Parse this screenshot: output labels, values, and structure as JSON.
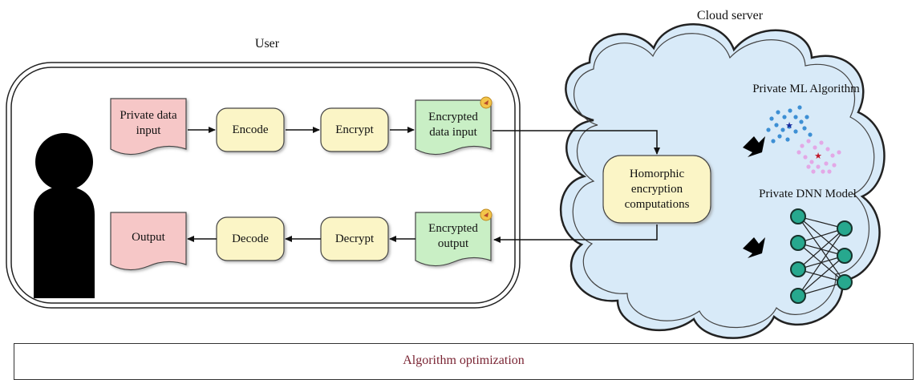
{
  "user": {
    "title": "User",
    "private_data_input": [
      "Private data",
      "input"
    ],
    "encode": "Encode",
    "encrypt": "Encrypt",
    "encrypted_data_input": [
      "Encrypted",
      "data input"
    ],
    "output": "Output",
    "decode": "Decode",
    "decrypt": "Decrypt",
    "encrypted_output": [
      "Encrypted",
      "output"
    ]
  },
  "cloud": {
    "title": "Cloud server",
    "homomorphic": [
      "Homorphic",
      "encryption",
      "computations"
    ],
    "ml_algorithm": "Private ML Algorithm",
    "dnn_model": "Private DNN Model"
  },
  "footer": {
    "label": "Algorithm optimization",
    "color": "#7a2433"
  },
  "colors": {
    "input_doc": "#f6c7c7",
    "process": "#fbf5c6",
    "encrypted_doc": "#c9efc5",
    "cloud_fill": "#d8eaf8",
    "dnn_node": "#27a88e"
  }
}
